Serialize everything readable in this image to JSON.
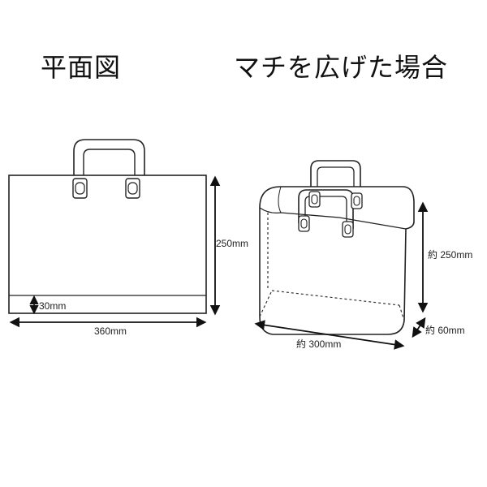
{
  "plan_view": {
    "title": "平面図",
    "width_label": "360mm",
    "height_label": "250mm",
    "gusset_label": "30mm"
  },
  "expanded_view": {
    "title": "マチを広げた場合",
    "width_label": "約 300mm",
    "height_label": "約 250mm",
    "depth_label": "約 60mm"
  }
}
